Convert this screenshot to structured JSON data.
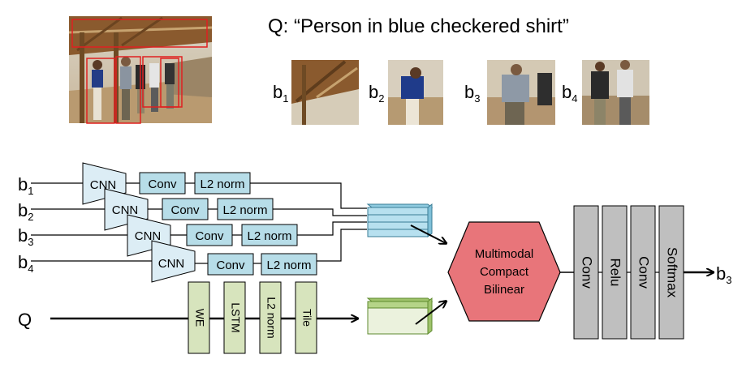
{
  "query": {
    "text": "Q: “Person in blue checkered shirt”"
  },
  "crops": [
    {
      "label": "b",
      "sub": "1"
    },
    {
      "label": "b",
      "sub": "2"
    },
    {
      "label": "b",
      "sub": "3"
    },
    {
      "label": "b",
      "sub": "4"
    }
  ],
  "inputs": [
    {
      "label": "b",
      "sub": "1",
      "cnn": "CNN",
      "conv": "Conv",
      "norm": "L2 norm"
    },
    {
      "label": "b",
      "sub": "2",
      "cnn": "CNN",
      "conv": "Conv",
      "norm": "L2 norm"
    },
    {
      "label": "b",
      "sub": "3",
      "cnn": "CNN",
      "conv": "Conv",
      "norm": "L2 norm"
    },
    {
      "label": "b",
      "sub": "4",
      "cnn": "CNN",
      "conv": "Conv",
      "norm": "L2 norm"
    }
  ],
  "text_branch": {
    "label": "Q",
    "blocks": [
      "WE",
      "LSTM",
      "L2 norm",
      "Tile"
    ]
  },
  "fusion": {
    "line1": "Multimodal",
    "line2": "Compact",
    "line3": "Bilinear"
  },
  "head_layers": [
    "Conv",
    "Relu",
    "Conv",
    "Softmax"
  ],
  "output": {
    "label": "b",
    "sub": "3"
  },
  "colors": {
    "cnn_fill": "#dcedf5",
    "conv_fill": "#b7dde8",
    "text_block_fill": "#d7e4bd",
    "fusion_fill": "#e8757a",
    "head_fill": "#bfbfbf",
    "box_red": "#e02020"
  }
}
